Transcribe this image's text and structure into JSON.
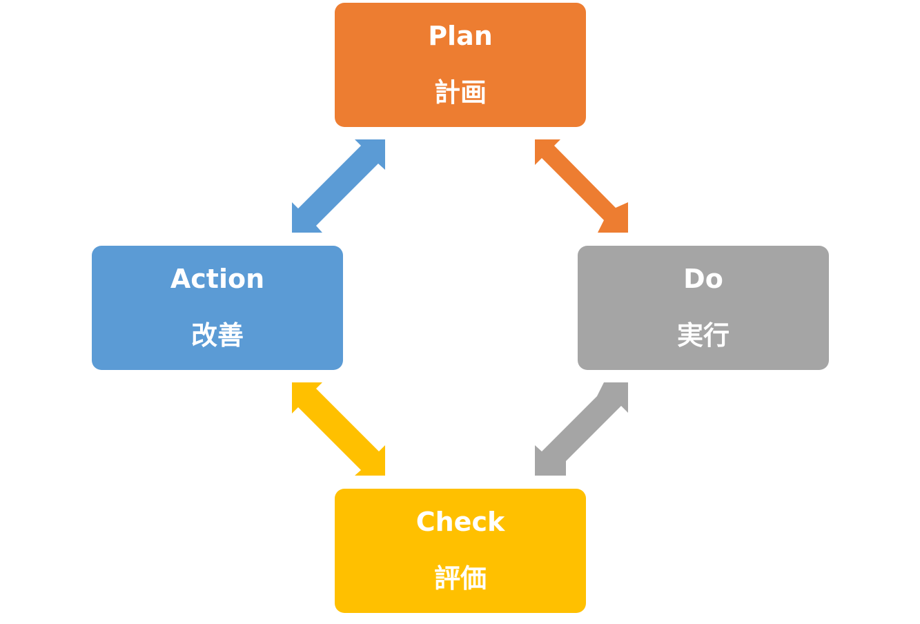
{
  "nodes": {
    "plan": {
      "en": "Plan",
      "ja": "計画",
      "color": "#ED7D31"
    },
    "do": {
      "en": "Do",
      "ja": "実行",
      "color": "#A5A5A5"
    },
    "check": {
      "en": "Check",
      "ja": "評価",
      "color": "#FFC000"
    },
    "action": {
      "en": "Action",
      "ja": "改善",
      "color": "#5B9BD5"
    }
  },
  "arrows": [
    {
      "from": "plan",
      "to": "do",
      "color": "#ED7D31",
      "icon": "double-arrow-icon"
    },
    {
      "from": "do",
      "to": "check",
      "color": "#A5A5A5",
      "icon": "double-arrow-icon"
    },
    {
      "from": "check",
      "to": "action",
      "color": "#FFC000",
      "icon": "double-arrow-icon"
    },
    {
      "from": "action",
      "to": "plan",
      "color": "#5B9BD5",
      "icon": "double-arrow-icon"
    }
  ]
}
